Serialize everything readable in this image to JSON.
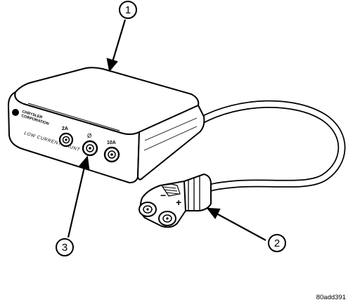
{
  "callouts": {
    "c1": "1",
    "c2": "2",
    "c3": "3"
  },
  "device": {
    "brand_line1": "CHRYSLER",
    "brand_line2": "CORPORATION",
    "label": "LOW CURRENT SHUNT",
    "jack_labels": [
      "2A",
      "Ø",
      "10A"
    ]
  },
  "plug": {
    "minus_sign": "−",
    "plus_sign": "+"
  },
  "figure_code": "80add391"
}
